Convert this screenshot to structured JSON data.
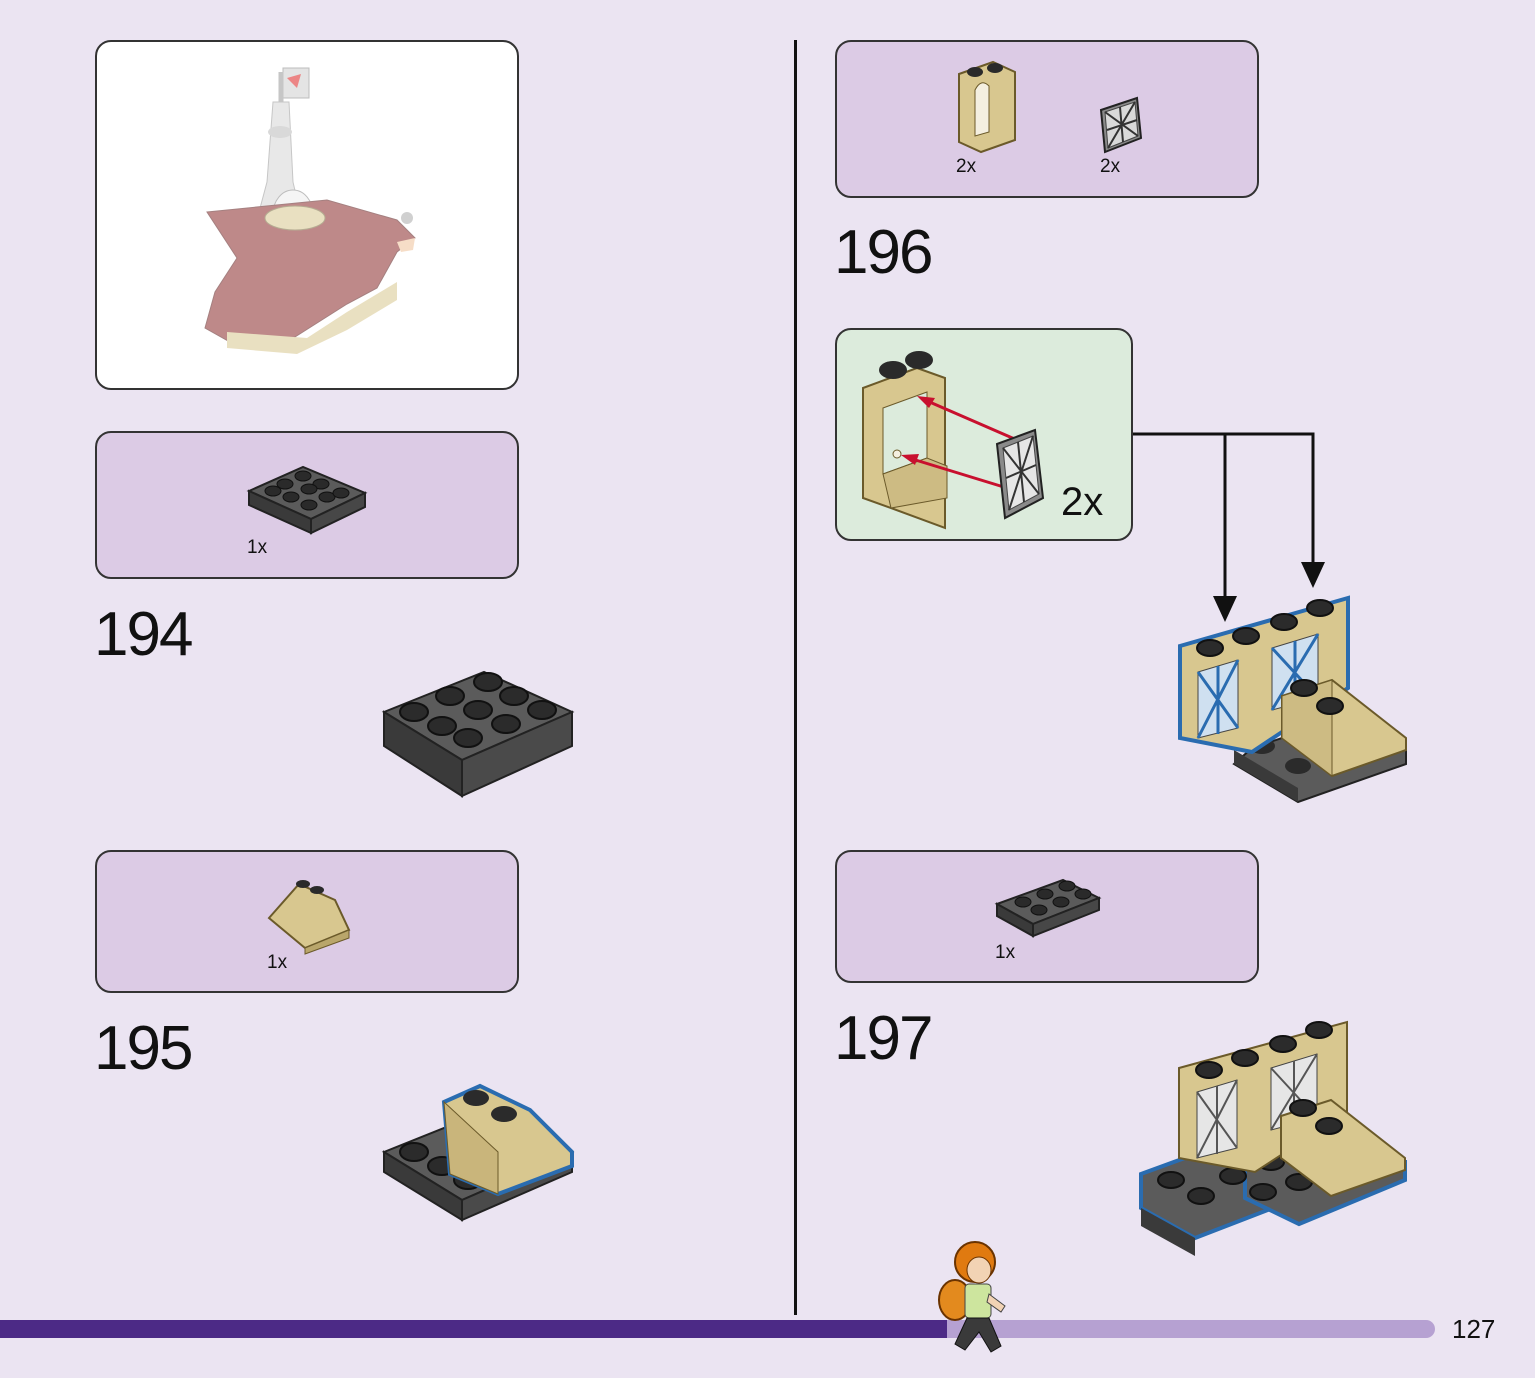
{
  "page": {
    "number": "127",
    "progress": 0.66
  },
  "overview": {
    "icon": "castle-ship-preview"
  },
  "steps": [
    {
      "number": "194",
      "parts": [
        {
          "qty": "1x",
          "icon": "dark-gray-plate-3x3"
        }
      ]
    },
    {
      "number": "195",
      "parts": [
        {
          "qty": "1x",
          "icon": "tan-slope-2x2"
        }
      ]
    },
    {
      "number": "196",
      "parts": [
        {
          "qty": "2x",
          "icon": "tan-window-frame"
        },
        {
          "qty": "2x",
          "icon": "lattice-window-pane"
        }
      ],
      "subassembly": {
        "multiplier": "2x"
      }
    },
    {
      "number": "197",
      "parts": [
        {
          "qty": "1x",
          "icon": "dark-gray-plate-2x3"
        }
      ]
    }
  ],
  "colors": {
    "background": "#ebe4f2",
    "parts_panel": "#dccbe5",
    "subassembly_panel": "#dcebdc",
    "progress": "#4c2a86",
    "progress_track": "#b6a1d2",
    "highlight": "#2a6cb0",
    "tan": "#d8c78f",
    "dark_gray": "#5b5b5b",
    "arrow_red": "#c8102e"
  }
}
